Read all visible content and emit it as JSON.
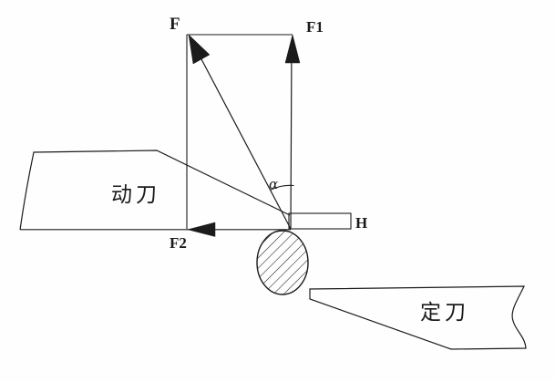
{
  "figure": {
    "title": "shear-blade-force-diagram",
    "colors": {
      "line": "#1b1b1b",
      "background": "#fefefe"
    },
    "labels": {
      "force_resultant": "F",
      "force_vertical": "F1",
      "force_horizontal": "F2",
      "angle": "α",
      "overlap_height": "H",
      "moving_blade": "动刀",
      "fixed_blade": "定刀"
    }
  }
}
